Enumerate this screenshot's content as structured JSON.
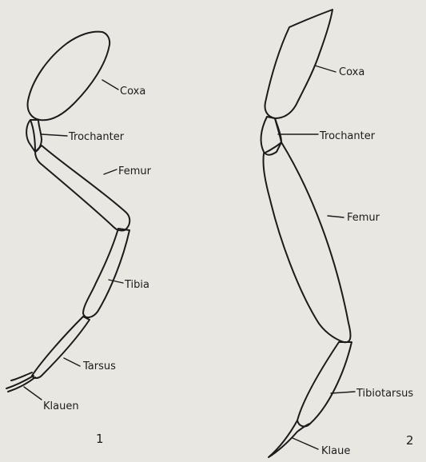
{
  "figures": [
    {
      "number": "1",
      "labels": {
        "coxa": "Coxa",
        "trochanter": "Trochanter",
        "femur": "Femur",
        "tibia": "Tibia",
        "tarsus": "Tarsus",
        "claws": "Klauen"
      }
    },
    {
      "number": "2",
      "labels": {
        "coxa": "Coxa",
        "trochanter": "Trochanter",
        "femur": "Femur",
        "tibiotarsus": "Tibiotarsus",
        "claw": "Klaue"
      }
    }
  ]
}
